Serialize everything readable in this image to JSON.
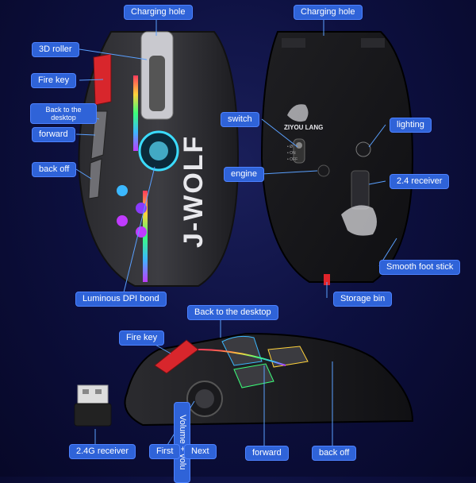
{
  "colors": {
    "label_bg": "#2f63d8",
    "line": "#5aa0ff",
    "bg": "#0d1040",
    "accent_red": "#e0242b"
  },
  "top_left": {
    "charging_hole": "Charging hole",
    "roller_3d": "3D roller",
    "fire_key": "Fire key",
    "back_to_desktop": "Back to the desktop",
    "forward": "forward",
    "back_off": "back off",
    "luminous_dpi": "Luminous DPI bond",
    "side_text": "J-WOLF"
  },
  "top_right": {
    "charging_hole": "Charging hole",
    "switch": "switch",
    "engine": "engine",
    "lighting": "lighting",
    "receiver": "2.4 receiver",
    "smooth_foot": "Smooth foot stick",
    "storage_bin": "Storage bin",
    "brand": "ZIYOU LANG",
    "switch_opts": [
      "Ø",
      "ON",
      "OFF"
    ]
  },
  "bottom": {
    "back_to_desktop": "Back to the desktop",
    "fire_key": "Fire key",
    "receiver": "2.4G receiver",
    "volume": "Volume + volu",
    "first": "First",
    "next": "Next",
    "forward": "forward",
    "back_off": "back off"
  }
}
